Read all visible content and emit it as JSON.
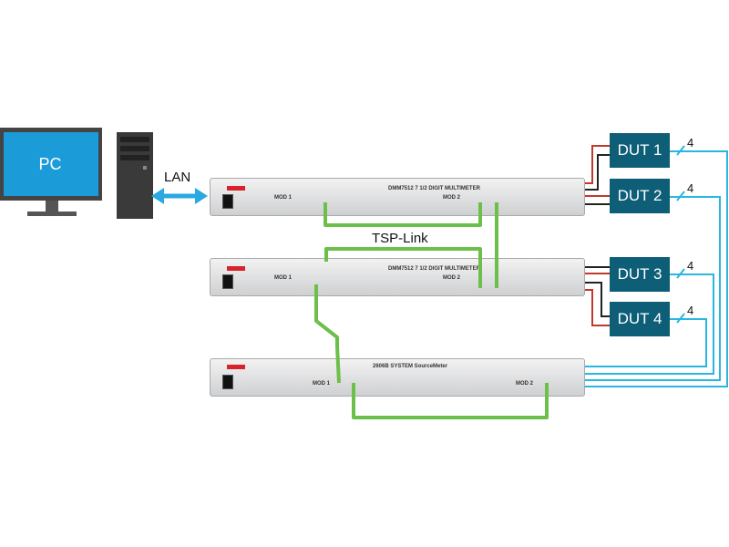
{
  "pc": {
    "label": "PC"
  },
  "connections": {
    "lan_label": "LAN",
    "tsp_link_label": "TSP-Link"
  },
  "instruments": [
    {
      "title": "DMM7512  7 1/2 DIGIT MULTIMETER",
      "mod_labels": [
        "MOD 1",
        "MOD 2"
      ]
    },
    {
      "title": "DMM7512  7 1/2 DIGIT MULTIMETER",
      "mod_labels": [
        "MOD 1",
        "MOD 2"
      ]
    },
    {
      "title": "2606B  SYSTEM SourceMeter",
      "mod_labels": [
        "MOD 1",
        "MOD 2"
      ]
    }
  ],
  "duts": [
    {
      "label": "DUT 1",
      "wire_count": "4"
    },
    {
      "label": "DUT 2",
      "wire_count": "4"
    },
    {
      "label": "DUT 3",
      "wire_count": "4"
    },
    {
      "label": "DUT 4",
      "wire_count": "4"
    }
  ],
  "colors": {
    "dut_box": "#0e5e78",
    "tsp_cable": "#6cc04a",
    "digital_io": "#29b6e0",
    "lan_arrow": "#29a9e0",
    "test_lead_hi": "#c0392b",
    "test_lead_lo": "#222222"
  }
}
